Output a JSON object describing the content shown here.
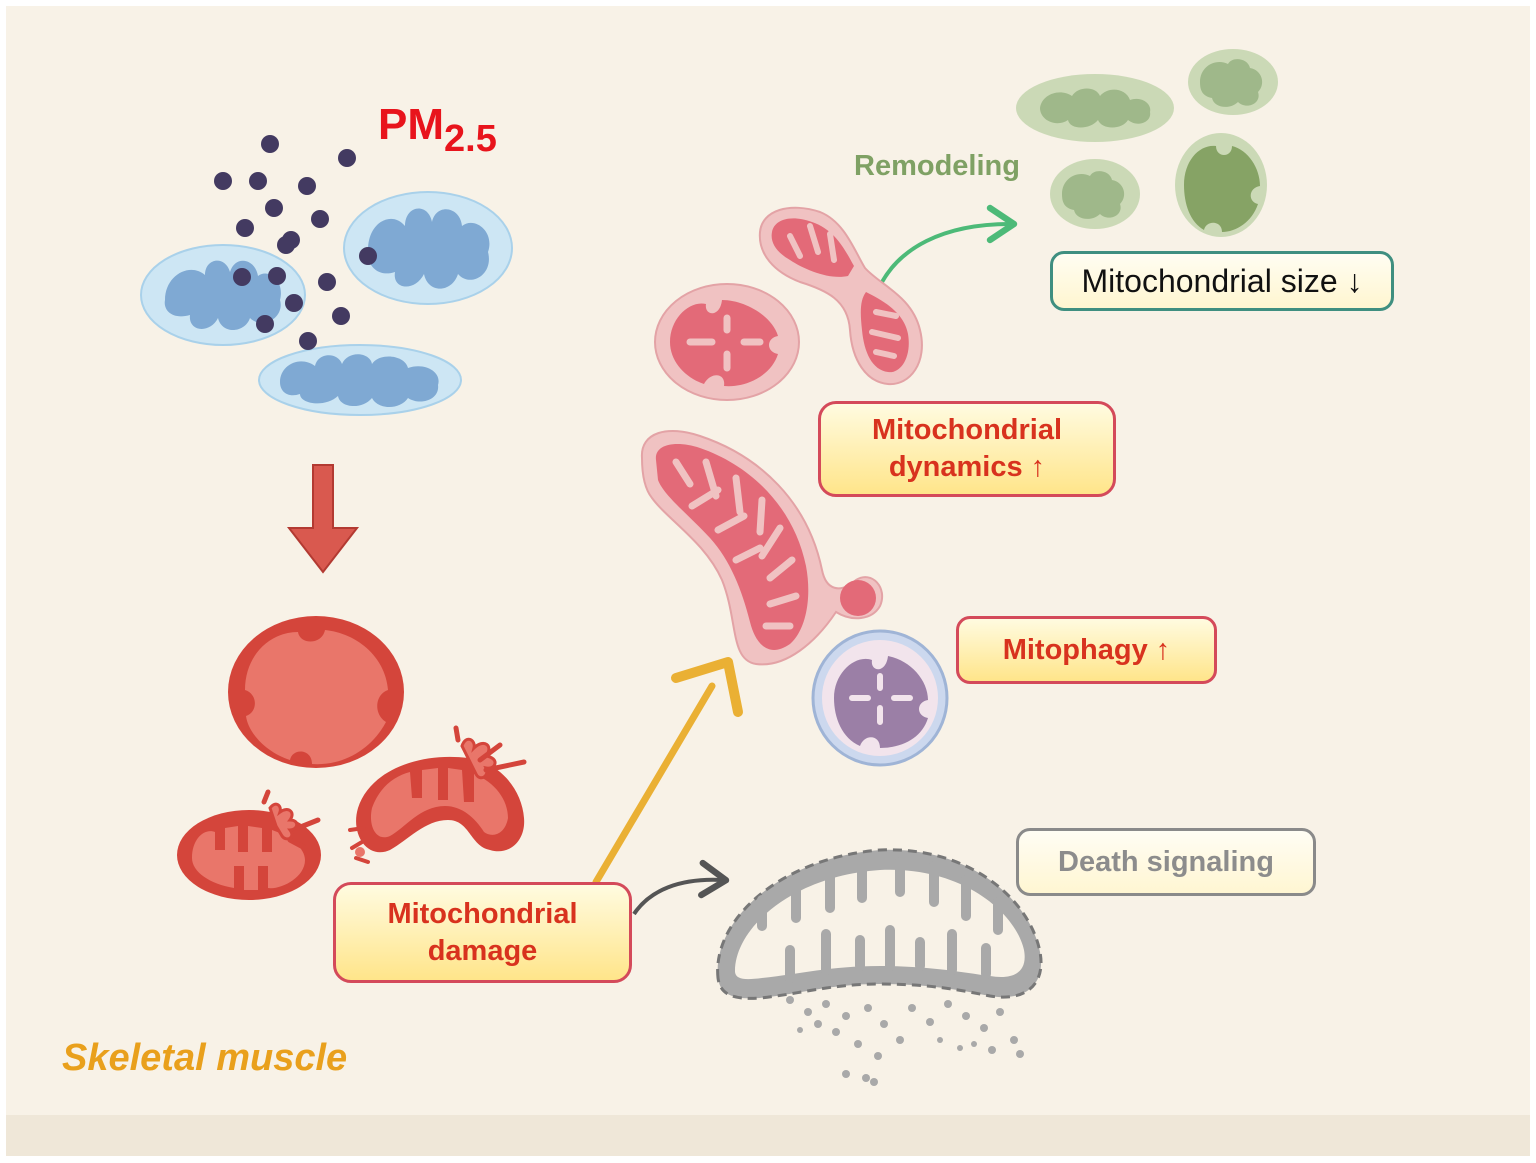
{
  "pm_label": {
    "main": "PM",
    "sub": "2.5"
  },
  "remodeling_label": "Remodeling",
  "tissue_label": "Skeletal muscle",
  "boxes": {
    "mito_damage": {
      "line1": "Mitochondrial",
      "line2": "damage"
    },
    "mito_dynamics": {
      "line1": "Mitochondrial",
      "line2": "dynamics ↑"
    },
    "mitophagy": "Mitophagy ↑",
    "mito_size": "Mitochondrial size ↓",
    "death_signaling": "Death signaling"
  },
  "colors": {
    "background": "#f8f2e7",
    "healthy_mito": "#7fa9d3",
    "damaged_mito": "#d9463a",
    "dynamic_mito": "#e36a78",
    "small_mito": "#9fb88a",
    "mitophagy_mito": "#9b7fa6",
    "dead_mito": "#9a9a9a",
    "particles": "#433a61"
  }
}
